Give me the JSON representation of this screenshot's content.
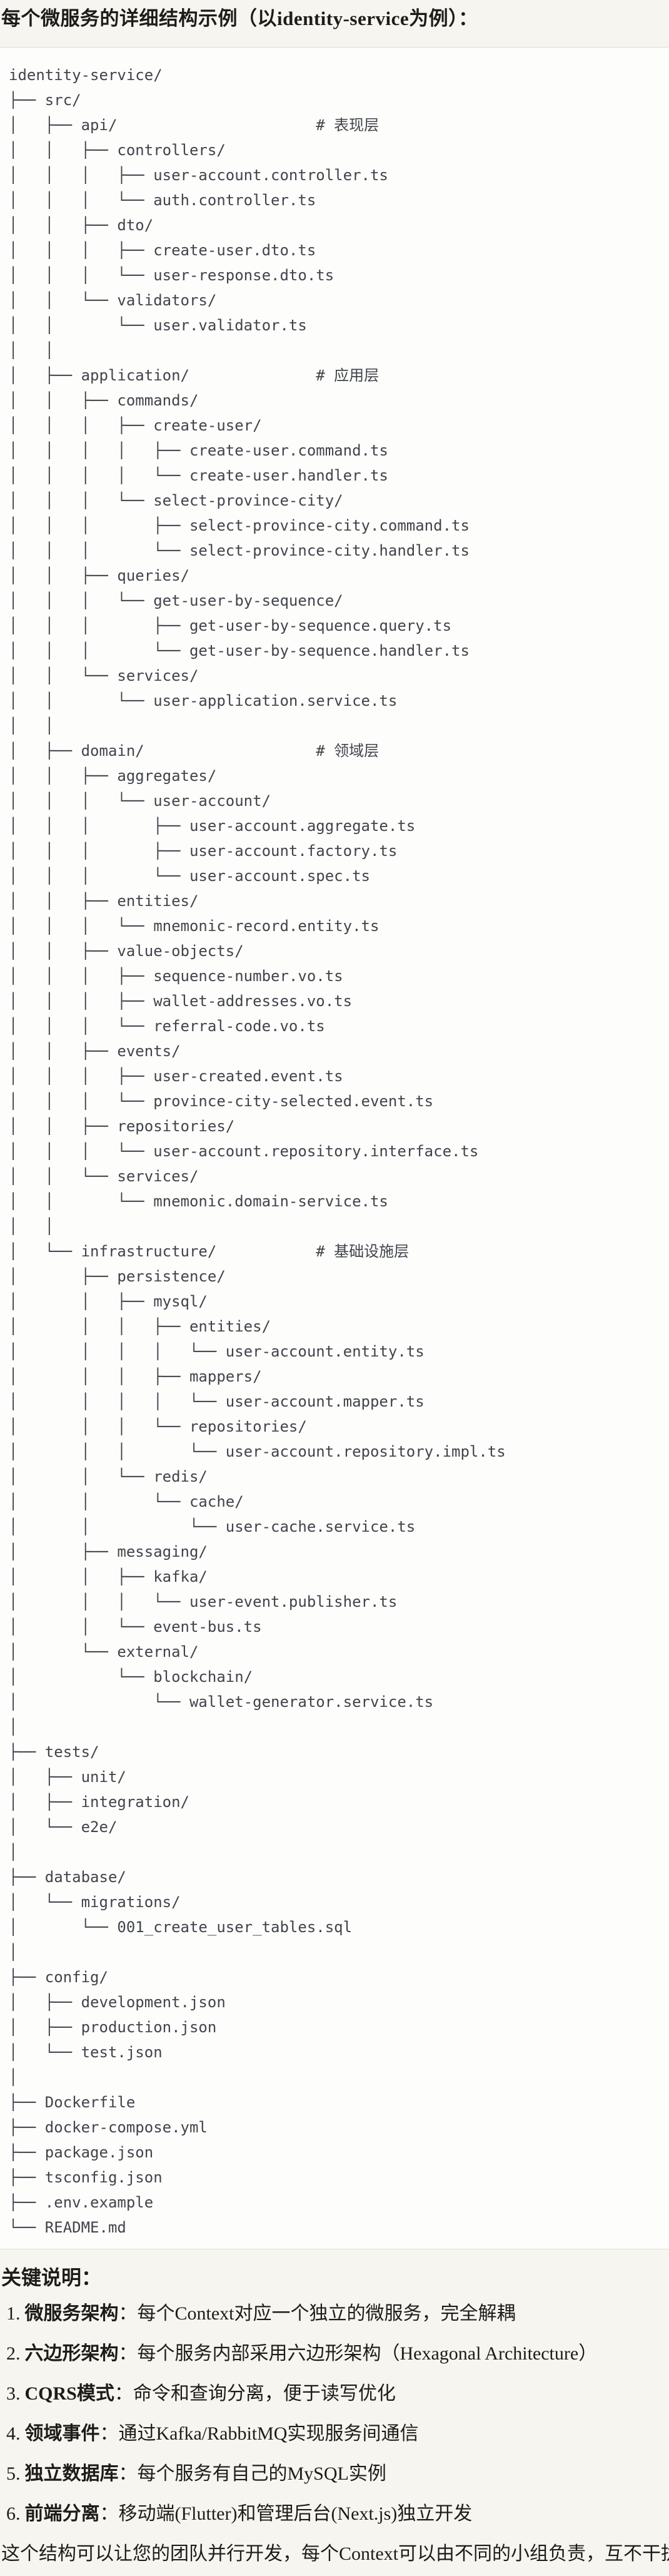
{
  "title": "每个微服务的详细结构示例（以identity-service为例）：",
  "code": {
    "language": "text",
    "lines": [
      "identity-service/",
      "├── src/",
      "│   ├── api/                      # 表现层",
      "│   │   ├── controllers/",
      "│   │   │   ├── user-account.controller.ts",
      "│   │   │   └── auth.controller.ts",
      "│   │   ├── dto/",
      "│   │   │   ├── create-user.dto.ts",
      "│   │   │   └── user-response.dto.ts",
      "│   │   └── validators/",
      "│   │       └── user.validator.ts",
      "│   │",
      "│   ├── application/              # 应用层",
      "│   │   ├── commands/",
      "│   │   │   ├── create-user/",
      "│   │   │   │   ├── create-user.command.ts",
      "│   │   │   │   └── create-user.handler.ts",
      "│   │   │   └── select-province-city/",
      "│   │   │       ├── select-province-city.command.ts",
      "│   │   │       └── select-province-city.handler.ts",
      "│   │   ├── queries/",
      "│   │   │   └── get-user-by-sequence/",
      "│   │   │       ├── get-user-by-sequence.query.ts",
      "│   │   │       └── get-user-by-sequence.handler.ts",
      "│   │   └── services/",
      "│   │       └── user-application.service.ts",
      "│   │",
      "│   ├── domain/                   # 领域层",
      "│   │   ├── aggregates/",
      "│   │   │   └── user-account/",
      "│   │   │       ├── user-account.aggregate.ts",
      "│   │   │       ├── user-account.factory.ts",
      "│   │   │       └── user-account.spec.ts",
      "│   │   ├── entities/",
      "│   │   │   └── mnemonic-record.entity.ts",
      "│   │   ├── value-objects/",
      "│   │   │   ├── sequence-number.vo.ts",
      "│   │   │   ├── wallet-addresses.vo.ts",
      "│   │   │   └── referral-code.vo.ts",
      "│   │   ├── events/",
      "│   │   │   ├── user-created.event.ts",
      "│   │   │   └── province-city-selected.event.ts",
      "│   │   ├── repositories/",
      "│   │   │   └── user-account.repository.interface.ts",
      "│   │   └── services/",
      "│   │       └── mnemonic.domain-service.ts",
      "│   │",
      "│   └── infrastructure/           # 基础设施层",
      "│       ├── persistence/",
      "│       │   ├── mysql/",
      "│       │   │   ├── entities/",
      "│       │   │   │   └── user-account.entity.ts",
      "│       │   │   ├── mappers/",
      "│       │   │   │   └── user-account.mapper.ts",
      "│       │   │   └── repositories/",
      "│       │   │       └── user-account.repository.impl.ts",
      "│       │   └── redis/",
      "│       │       └── cache/",
      "│       │           └── user-cache.service.ts",
      "│       ├── messaging/",
      "│       │   ├── kafka/",
      "│       │   │   └── user-event.publisher.ts",
      "│       │   └── event-bus.ts",
      "│       └── external/",
      "│           └── blockchain/",
      "│               └── wallet-generator.service.ts",
      "│",
      "├── tests/",
      "│   ├── unit/",
      "│   ├── integration/",
      "│   └── e2e/",
      "│",
      "├── database/",
      "│   └── migrations/",
      "│       └── 001_create_user_tables.sql",
      "│",
      "├── config/",
      "│   ├── development.json",
      "│   ├── production.json",
      "│   └── test.json",
      "│",
      "├── Dockerfile",
      "├── docker-compose.yml",
      "├── package.json",
      "├── tsconfig.json",
      "├── .env.example",
      "└── README.md"
    ]
  },
  "notes": {
    "heading": "关键说明：",
    "items": [
      {
        "num": "1.",
        "label": "微服务架构",
        "text": "：每个Context对应一个独立的微服务，完全解耦"
      },
      {
        "num": "2.",
        "label": "六边形架构",
        "text": "：每个服务内部采用六边形架构（Hexagonal Architecture）"
      },
      {
        "num": "3.",
        "label": "CQRS模式",
        "text": "：命令和查询分离，便于读写优化"
      },
      {
        "num": "4.",
        "label": "领域事件",
        "text": "：通过Kafka/RabbitMQ实现服务间通信"
      },
      {
        "num": "5.",
        "label": "独立数据库",
        "text": "：每个服务有自己的MySQL实例"
      },
      {
        "num": "6.",
        "label": "前端分离",
        "text": "：移动端(Flutter)和管理后台(Next.js)独立开发"
      }
    ],
    "footer": "这个结构可以让您的团队并行开发，每个Context可以由不同的小组负责，互不干扰。"
  },
  "colors": {
    "page_background": "#f7f5ef",
    "code_background": "#fdfdfb",
    "code_border": "#dedbd4",
    "code_text": "#40444b",
    "body_text": "#1d1c18"
  }
}
